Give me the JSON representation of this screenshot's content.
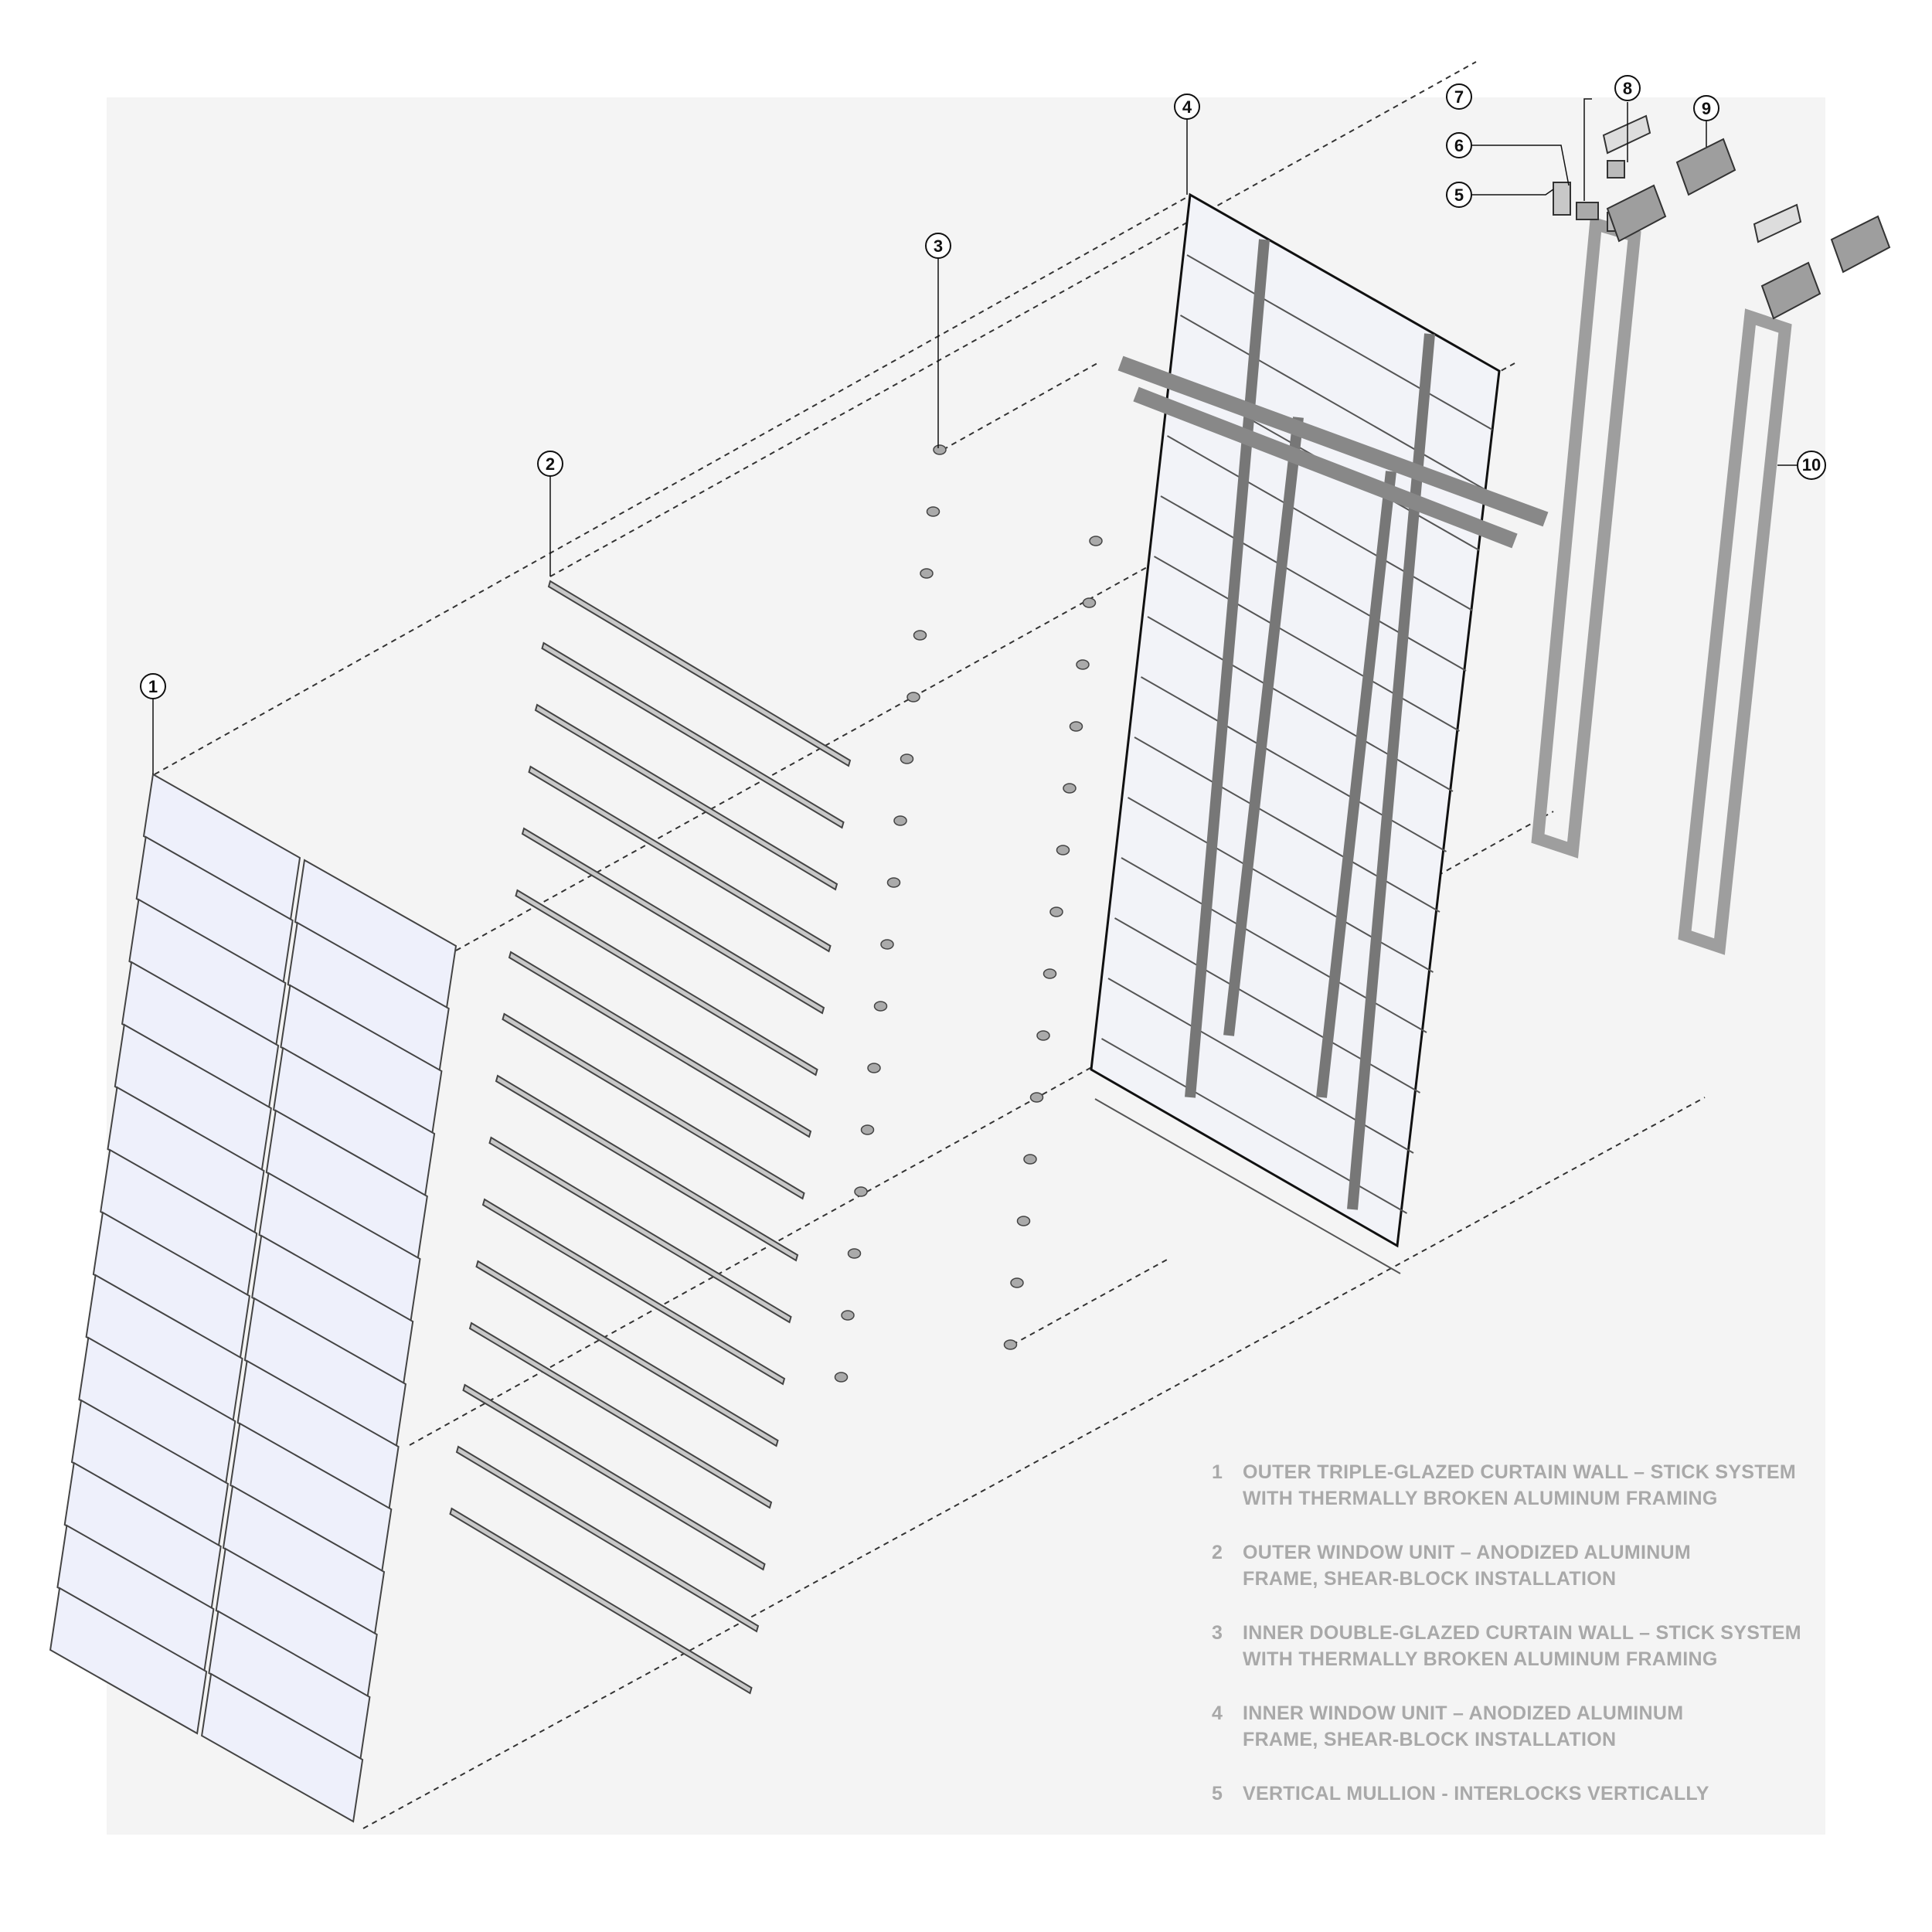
{
  "diagram": {
    "callouts": [
      "1",
      "2",
      "3",
      "4",
      "5",
      "6",
      "7",
      "8",
      "9",
      "10"
    ],
    "legend": [
      {
        "num": "1",
        "text": "OUTER TRIPLE-GLAZED CURTAIN WALL –  STICK SYSTEM\nWITH THERMALLY BROKEN ALUMINUM FRAMING"
      },
      {
        "num": "2",
        "text": "OUTER WINDOW UNIT – ANODIZED ALUMINUM\nFRAME, SHEAR-BLOCK INSTALLATION"
      },
      {
        "num": "3",
        "text": "INNER DOUBLE-GLAZED CURTAIN WALL – STICK SYSTEM\nWITH THERMALLY BROKEN ALUMINUM FRAMING"
      },
      {
        "num": "4",
        "text": "INNER WINDOW UNIT – ANODIZED ALUMINUM\nFRAME, SHEAR-BLOCK INSTALLATION"
      },
      {
        "num": "5",
        "text": "VERTICAL MULLION - INTERLOCKS VERTICALLY"
      }
    ],
    "colors": {
      "background": "#ffffff",
      "panel": "#f4f4f4",
      "glass": "#eef0fb",
      "metal": "#9e9e9e",
      "line": "#222222",
      "legend_text": "#a9a9a9"
    }
  }
}
